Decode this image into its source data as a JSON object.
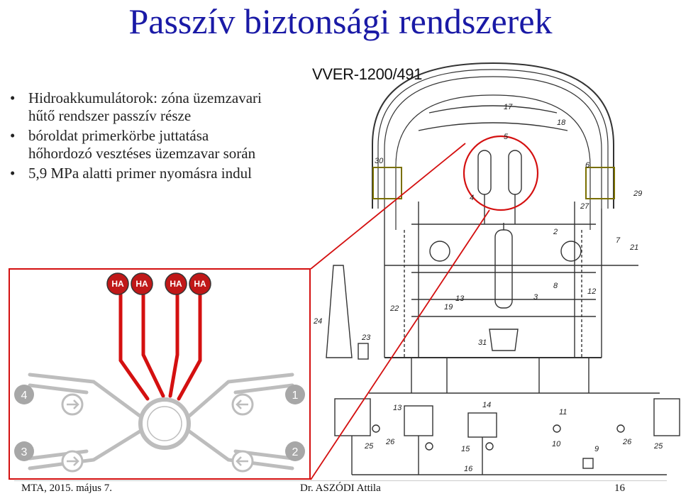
{
  "slide": {
    "title": "Passzív biztonsági rendszerek",
    "bullets": [
      {
        "line1": "Hidroakkumulátorok: zóna üzemzavari",
        "line2": "hűtő rendszer passzív része"
      },
      {
        "line1": "bóroldat primerkörbe juttatása",
        "line2": "hőhordozó vesztéses üzemzavar során"
      },
      {
        "line1": "5,9 MPa alatti primer nyomásra indul",
        "line2": ""
      }
    ],
    "bullet_symbol": "•"
  },
  "figure": {
    "model": "VVER-1200/491",
    "labels": [
      "17",
      "18",
      "5",
      "30",
      "6",
      "4",
      "29",
      "27",
      "2",
      "7",
      "21",
      "19",
      "13",
      "22",
      "31",
      "23",
      "24",
      "12",
      "8",
      "3",
      "14",
      "13",
      "26",
      "25",
      "15",
      "16",
      "10",
      "11",
      "9",
      "26",
      "25"
    ],
    "accent_color": "#d41010"
  },
  "detail": {
    "accumulators": [
      "HA",
      "HA",
      "HA",
      "HA"
    ],
    "loops": [
      "4",
      "1",
      "3",
      "2"
    ],
    "accent_color": "#d41010"
  },
  "footer": {
    "left": "MTA, 2015. május 7.",
    "author": "Dr. ASZÓDI Attila",
    "page": "16"
  }
}
